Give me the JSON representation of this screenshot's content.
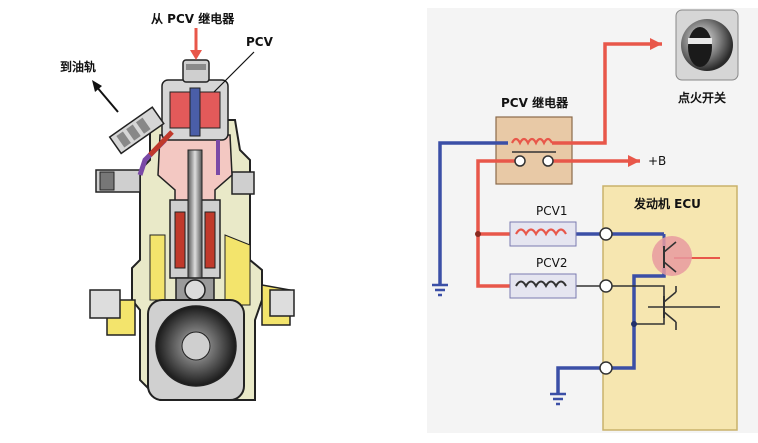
{
  "left": {
    "from_relay_label": "从 PCV 继电器",
    "pcv_label": "PCV",
    "to_rail_label": "到油轨"
  },
  "right": {
    "relay_label": "PCV 继电器",
    "ignition_label": "点火开关",
    "battery_label": "+B",
    "ecu_label": "发动机 ECU",
    "pcv1_label": "PCV1",
    "pcv2_label": "PCV2"
  },
  "colors": {
    "wire_red": "#e8574a",
    "wire_blue": "#3b4fa6",
    "relay_box": "#e8c9a6",
    "ecu_box": "#f6e6b0",
    "panel_bg": "#f4f4f4",
    "pump_yellow": "#f3e46c",
    "pump_pink": "#f3c8c2",
    "pump_gray": "#b8b8b8"
  }
}
